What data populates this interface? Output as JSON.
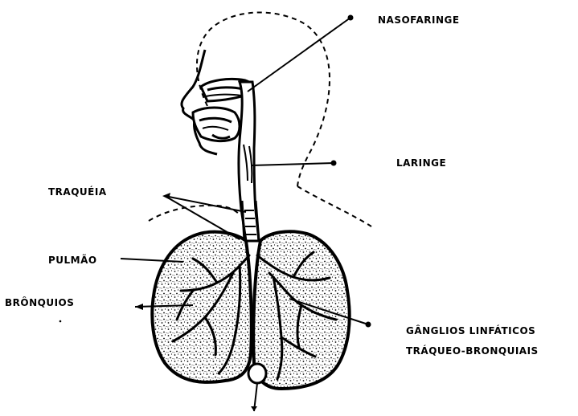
{
  "labels": {
    "nasofaringe": "NASOFARINGE",
    "laringe": "LARINGE",
    "traqueia": "TRAQUÉIA",
    "pulmao": "PULMÃO",
    "bronquios": "BRÔNQUIOS",
    "ganglios_line1": "GÂNGLIOS LINFÁTICOS",
    "ganglios_line2": "TRÁQUEO-BRONQUIAIS"
  },
  "colors": {
    "ink": "#000000",
    "paper": "#ffffff"
  }
}
